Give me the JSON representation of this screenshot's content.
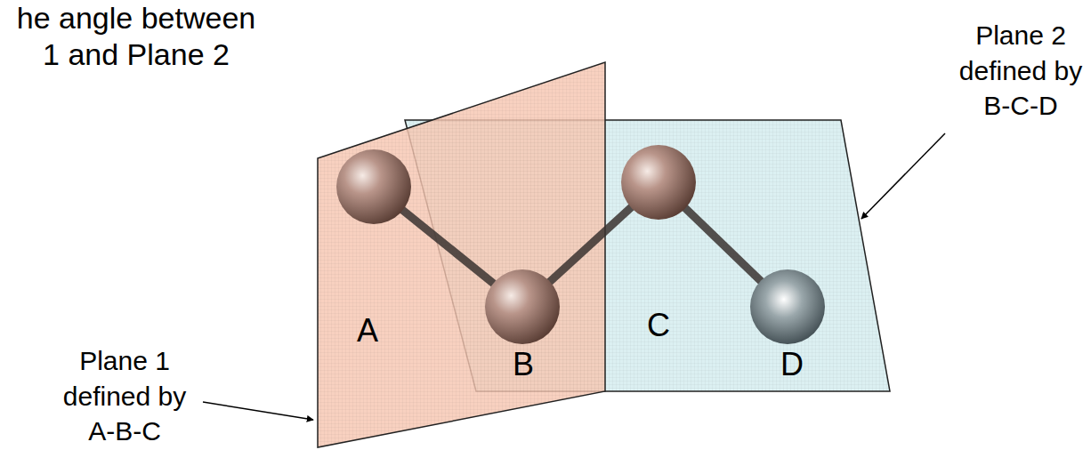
{
  "diagram": {
    "title": "he angle between 1 and Plane 2",
    "labels": [
      "A",
      "B",
      "C",
      "D",
      "Plane 1 defined by A-B-C",
      "Plane 2 defined by B-C-D"
    ]
  }
}
